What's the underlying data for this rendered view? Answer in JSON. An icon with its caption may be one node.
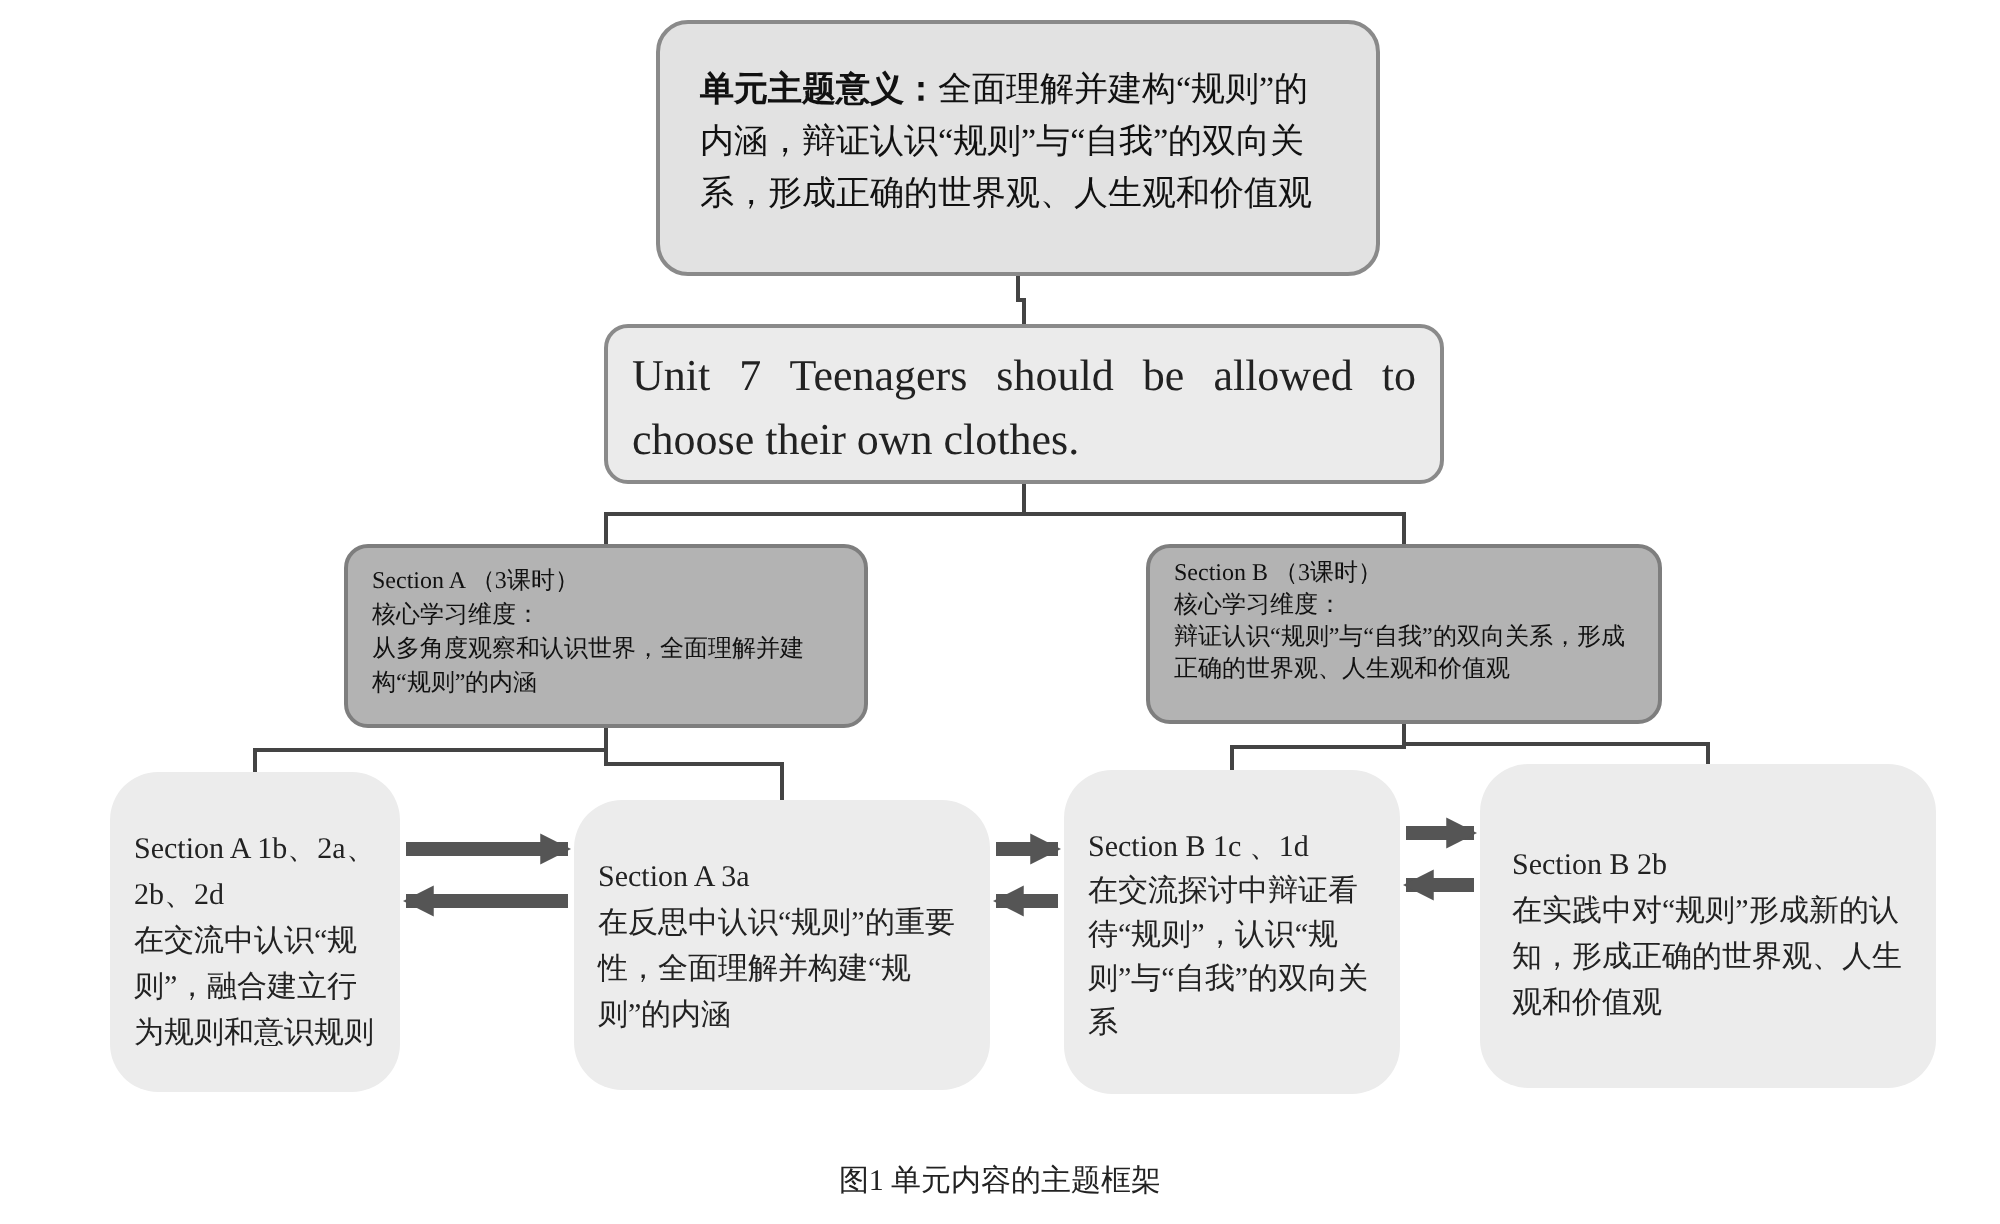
{
  "diagram": {
    "caption": "图1 单元内容的主题框架",
    "nodes": [
      {
        "text": [
          "**单元主题意义：**全面理解并建构“规则”的内涵，辩证认识“规则”与“自我”的双向关系，形成正确的世界观、人生观和价值观"
        ]
      },
      {
        "text": [
          "Unit 7 Teenagers should be allowed to choose their own clothes."
        ]
      },
      {
        "text": [
          "Section A （3课时）",
          "核心学习维度：",
          "从多角度观察和认识世界，全面理解并建构“规则”的内涵"
        ]
      },
      {
        "text": [
          "Section B （3课时）",
          "核心学习维度：",
          "辩证认识“规则”与“自我”的双向关系，形成正确的世界观、人生观和价值观"
        ]
      },
      {
        "text": [
          "Section A 1b、2a、2b、2d",
          "在交流中认识“规则”，融合建立行为规则和意识规则"
        ]
      },
      {
        "text": [
          "Section A 3a",
          "在反思中认识“规则”的重要性，全面理解并构建“规则”的内涵"
        ]
      },
      {
        "text": [
          "Section B 1c 、1d",
          "在交流探讨中辩证看待“规则”，认识“规则”与“自我”的双向关系"
        ]
      },
      {
        "text": [
          "Section B 2b",
          "在实践中对“规则”形成新的认知，形成正确的世界观、人生观和价值观"
        ]
      }
    ],
    "edges": [
      {
        "from": 0,
        "to": 1,
        "arrow": "none"
      },
      {
        "from": 1,
        "to": 2,
        "arrow": "none"
      },
      {
        "from": 1,
        "to": 3,
        "arrow": "none"
      },
      {
        "from": 2,
        "to": 4,
        "arrow": "none"
      },
      {
        "from": 2,
        "to": 5,
        "arrow": "none"
      },
      {
        "from": 3,
        "to": 6,
        "arrow": "none"
      },
      {
        "from": 3,
        "to": 7,
        "arrow": "none"
      },
      {
        "from": 4,
        "to": 5,
        "arrow": "to",
        "style": "thick"
      },
      {
        "from": 5,
        "to": 4,
        "arrow": "to",
        "style": "thick"
      },
      {
        "from": 5,
        "to": 6,
        "arrow": "to",
        "style": "thick"
      },
      {
        "from": 6,
        "to": 5,
        "arrow": "to",
        "style": "thick"
      },
      {
        "from": 6,
        "to": 7,
        "arrow": "to",
        "style": "thick"
      },
      {
        "from": 7,
        "to": 6,
        "arrow": "to",
        "style": "thick"
      }
    ]
  }
}
